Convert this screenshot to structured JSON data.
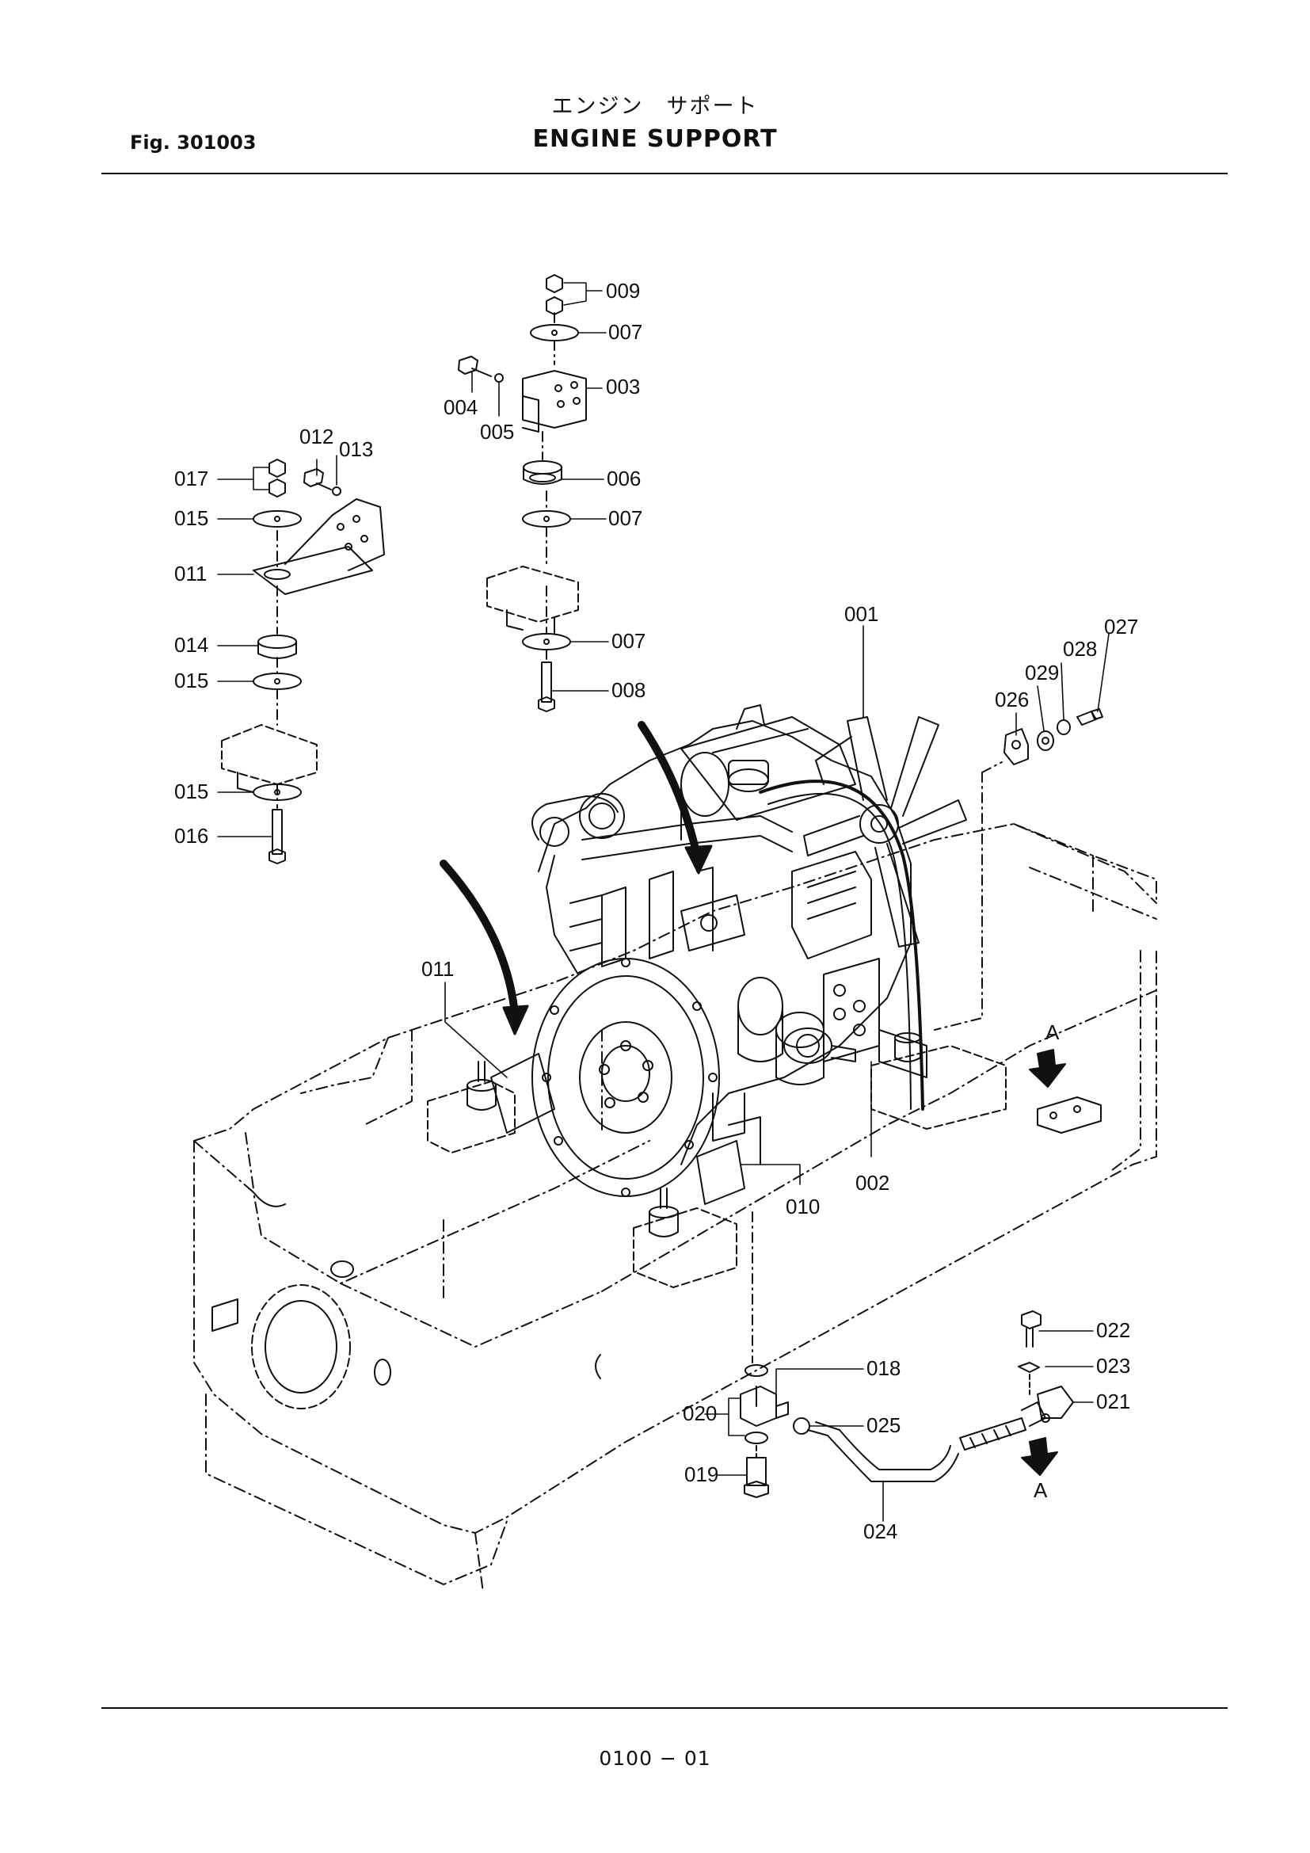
{
  "header": {
    "title_jp": "エンジン　サポート",
    "title_en": "ENGINE  SUPPORT",
    "figure": "Fig.  301003"
  },
  "footer": {
    "page": "0100 − 01"
  },
  "callouts": {
    "c001": "001",
    "c002": "002",
    "c003": "003",
    "c004": "004",
    "c005": "005",
    "c006": "006",
    "c007a": "007",
    "c007b": "007",
    "c007c": "007",
    "c008": "008",
    "c009": "009",
    "c010": "010",
    "c011a": "011",
    "c011b": "011",
    "c012": "012",
    "c013": "013",
    "c014": "014",
    "c015a": "015",
    "c015b": "015",
    "c015c": "015",
    "c016": "016",
    "c017": "017",
    "c018": "018",
    "c019": "019",
    "c020": "020",
    "c021": "021",
    "c022": "022",
    "c023": "023",
    "c024": "024",
    "c025": "025",
    "c026": "026",
    "c027": "027",
    "c028": "028",
    "c029": "029",
    "viewA1": "A",
    "viewA2": "A"
  }
}
